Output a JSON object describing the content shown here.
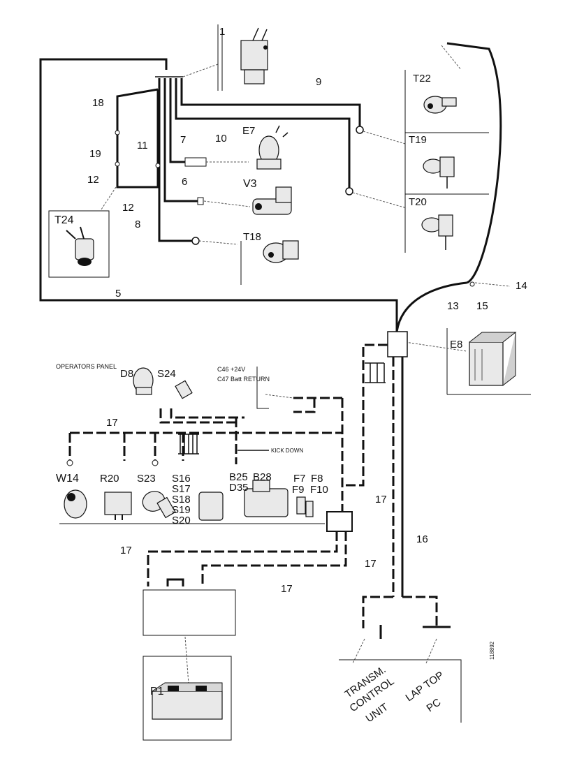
{
  "labels": {
    "n1": "1",
    "n9": "9",
    "n18": "18",
    "n19": "19",
    "n11": "11",
    "n7": "7",
    "n10": "10",
    "n12a": "12",
    "n12b": "12",
    "n6": "6",
    "n8": "8",
    "n5": "5",
    "n13": "13",
    "n14": "14",
    "n15": "15",
    "n16": "16",
    "n17a": "17",
    "n17b": "17",
    "n17c": "17",
    "n17d": "17",
    "n17e": "17",
    "T22": "T22",
    "T19": "T19",
    "T20": "T20",
    "T24": "T24",
    "T18": "T18",
    "E7": "E7",
    "V3": "V3",
    "E8": "E8",
    "D8": "D8",
    "S24": "S24",
    "W14": "W14",
    "R20": "R20",
    "S23": "S23",
    "S16": "S16",
    "S17": "S17",
    "S18": "S18",
    "S19": "S19",
    "S20": "S20",
    "B25": "B25",
    "B28": "B28",
    "D35": "D35",
    "F7": "F7",
    "F8": "F8",
    "F9": "F9",
    "F10": "F10",
    "P1": "P1",
    "batt1": "C46 +24V",
    "batt2": "C47 Batt RETURN",
    "ops_panel": "OPERATORS PANEL",
    "kick_down": "KICK DOWN",
    "transm1": "TRANSM.",
    "transm2": "CONTROL",
    "transm3": "UNIT",
    "laptop1": "LAP TOP",
    "laptop2": "PC",
    "drawing_id": "118892"
  }
}
